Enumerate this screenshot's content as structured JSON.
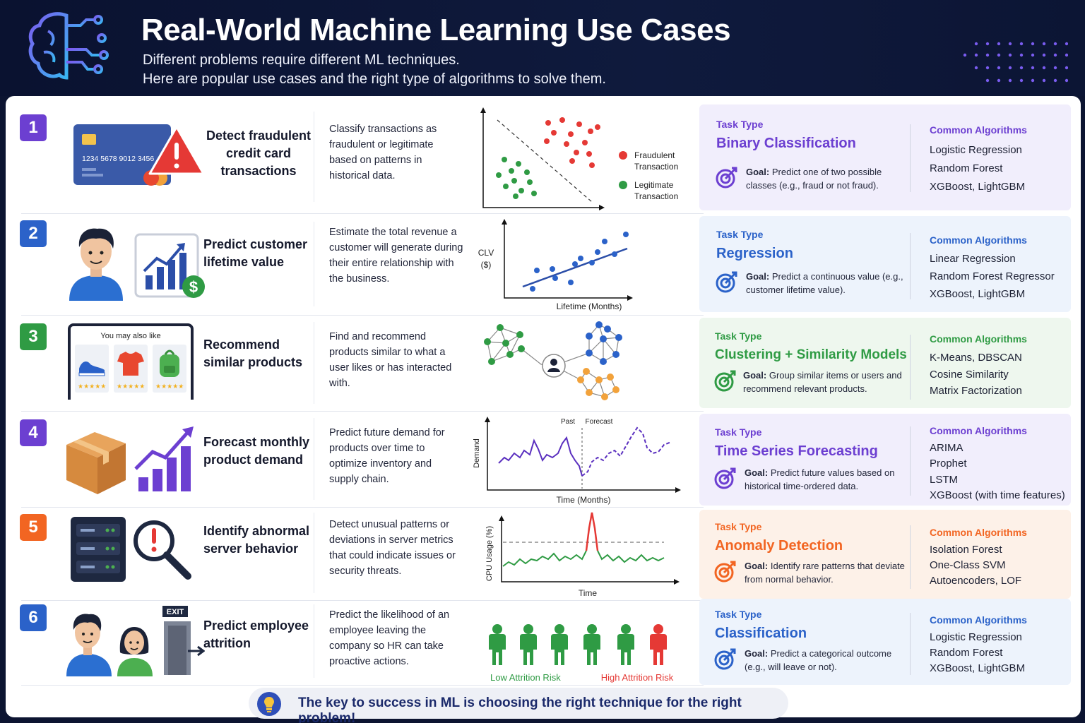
{
  "header": {
    "title": "Real-World Machine Learning Use Cases",
    "subtitle_line1": "Different problems require different ML techniques.",
    "subtitle_line2": "Here are popular use cases and the right type of algorithms to solve them."
  },
  "use_cases": [
    {
      "number": "1",
      "title": "Detect fraudulent credit card transactions",
      "description": "Classify transactions as fraudulent or legitimate based on patterns in historical data.",
      "card_number": "1234 5678 9012 3456",
      "viz_labels": [
        "Fraudulent",
        "Transaction",
        "Legitimate",
        "Transaction"
      ],
      "task_label": "Task Type",
      "task_name": "Binary Classification",
      "goal_label": "Goal:",
      "goal": "Predict one of two possible classes (e.g., fraud or not fraud).",
      "algo_label": "Common Algorithms",
      "algorithms": [
        "Logistic Regression",
        "Random Forest",
        "XGBoost, LightGBM"
      ]
    },
    {
      "number": "2",
      "title": "Predict customer lifetime value",
      "description": "Estimate the total revenue a customer will generate during their entire relationship with the business.",
      "viz_labels": [
        "CLV",
        "($)",
        "Lifetime (Months)"
      ],
      "task_label": "Task Type",
      "task_name": "Regression",
      "goal_label": "Goal:",
      "goal": "Predict a continuous value (e.g., customer lifetime value).",
      "algo_label": "Common Algorithms",
      "algorithms": [
        "Linear Regression",
        "Random Forest Regressor",
        "XGBoost, LightGBM"
      ]
    },
    {
      "number": "3",
      "title": "Recommend similar products",
      "description": "Find and recommend products similar to what a user likes or has interacted with.",
      "panel_caption": "You may also like",
      "task_label": "Task Type",
      "task_name": "Clustering + Similarity Models",
      "goal_label": "Goal:",
      "goal": "Group similar items or users and recommend relevant products.",
      "algo_label": "Common Algorithms",
      "algorithms": [
        "K-Means, DBSCAN",
        "Cosine Similarity",
        "Matrix Factorization"
      ]
    },
    {
      "number": "4",
      "title": "Forecast monthly product demand",
      "description": "Predict future demand for products over time to optimize inventory and supply chain.",
      "viz_labels": [
        "Past",
        "Forecast",
        "Demand",
        "Time (Months)"
      ],
      "task_label": "Task Type",
      "task_name": "Time Series Forecasting",
      "goal_label": "Goal:",
      "goal": "Predict future values based on historical time-ordered data.",
      "algo_label": "Common Algorithms",
      "algorithms": [
        "ARIMA",
        "Prophet",
        "LSTM",
        "XGBoost (with time features)"
      ]
    },
    {
      "number": "5",
      "title": "Identify abnormal server behavior",
      "description": "Detect unusual patterns or deviations in server metrics that could indicate issues or security threats.",
      "viz_labels": [
        "CPU Usage (%)",
        "Time"
      ],
      "task_label": "Task Type",
      "task_name": "Anomaly Detection",
      "goal_label": "Goal:",
      "goal": "Identify rare patterns that deviate from normal behavior.",
      "algo_label": "Common Algorithms",
      "algorithms": [
        "Isolation Forest",
        "One-Class SVM",
        "Autoencoders, LOF"
      ]
    },
    {
      "number": "6",
      "title": "Predict employee attrition",
      "description": "Predict the likelihood of an employee leaving the company so HR can take proactive actions.",
      "sign": "EXIT",
      "viz_labels": [
        "Low Attrition Risk",
        "High Attrition Risk"
      ],
      "task_label": "Task Type",
      "task_name": "Classification",
      "goal_label": "Goal:",
      "goal": "Predict a categorical outcome (e.g., will leave or not).",
      "algo_label": "Common Algorithms",
      "algorithms": [
        "Logistic Regression",
        "Random Forest",
        "XGBoost, LightGBM"
      ]
    }
  ],
  "footer": {
    "text": "The key to success in ML is choosing the right technique for the right problem!"
  },
  "colors": {
    "purple": "#6c3fd1",
    "blue": "#2b62c9",
    "green": "#2f9b44",
    "orange": "#f26522",
    "red": "#e53935",
    "task1_bg": "#f1eefc",
    "task2_bg": "#edf3fc",
    "task3_bg": "#eef7ee",
    "task4_bg": "#f1eefc",
    "task5_bg": "#fdf1e8",
    "task6_bg": "#edf3fc"
  },
  "icons": [
    "brain-circuit-icon",
    "credit-card-icon",
    "warning-icon",
    "person-icon",
    "growth-chart-icon",
    "dollar-icon",
    "shoe-icon",
    "tshirt-icon",
    "backpack-icon",
    "box-icon",
    "server-icon",
    "magnifier-alert-icon",
    "exit-door-icon",
    "target-icon",
    "lightbulb-icon"
  ]
}
